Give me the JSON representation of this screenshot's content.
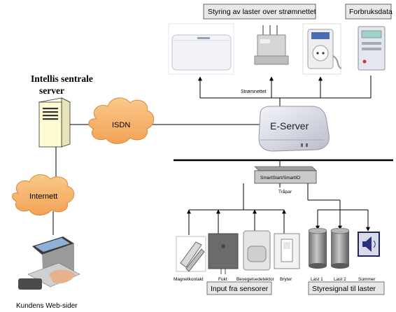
{
  "server": {
    "title_line1": "Intellis sentrale",
    "title_line2": "server"
  },
  "clouds": {
    "isdn": "ISDN",
    "internet": "Internett"
  },
  "customer": {
    "label": "Kundens Web-sider"
  },
  "top": {
    "box_load_control": "Styring av laster over strømnettet",
    "box_consumption": "Forbruksdata",
    "grid_label": "Strømnettet"
  },
  "eserver": {
    "label": "E-Server"
  },
  "smartio": {
    "label": "SmartStart/SmartIO",
    "wire_label": "Tråpar"
  },
  "sensors": {
    "items": [
      "Magnetkontakt",
      "Fukt",
      "Bevegelsedetektor",
      "Bryter"
    ],
    "group_label": "Input fra sensorer"
  },
  "loads": {
    "items": [
      "Last 1",
      "Last 2",
      "Summer"
    ],
    "group_label": "Styresignal til laster"
  }
}
